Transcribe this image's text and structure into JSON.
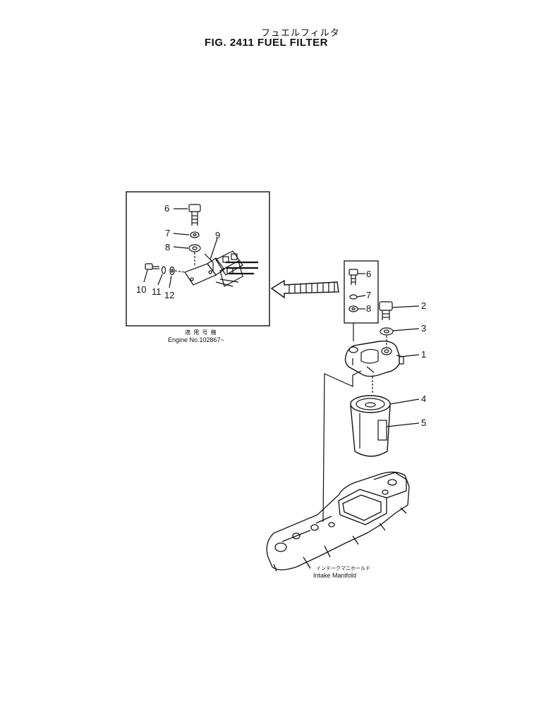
{
  "title": {
    "japanese": "フュエルフィルタ",
    "main": "FIG. 2411  FUEL FILTER"
  },
  "inset": {
    "serial_jp": "適 用 号 機",
    "serial_en": "Engine No.102867~"
  },
  "manifold": {
    "label_jp": "インテークマニホールド",
    "label_en": "Intake  Manifold"
  },
  "callouts": {
    "inset_6": "6",
    "inset_7": "7",
    "inset_8": "8",
    "inset_9": "9",
    "inset_10": "10",
    "inset_11": "11",
    "inset_12": "12",
    "sub_6": "6",
    "sub_7": "7",
    "sub_8": "8",
    "p1": "1",
    "p2": "2",
    "p3": "3",
    "p4": "4",
    "p5": "5"
  },
  "colors": {
    "ink": "#111111",
    "paper": "#ffffff"
  }
}
